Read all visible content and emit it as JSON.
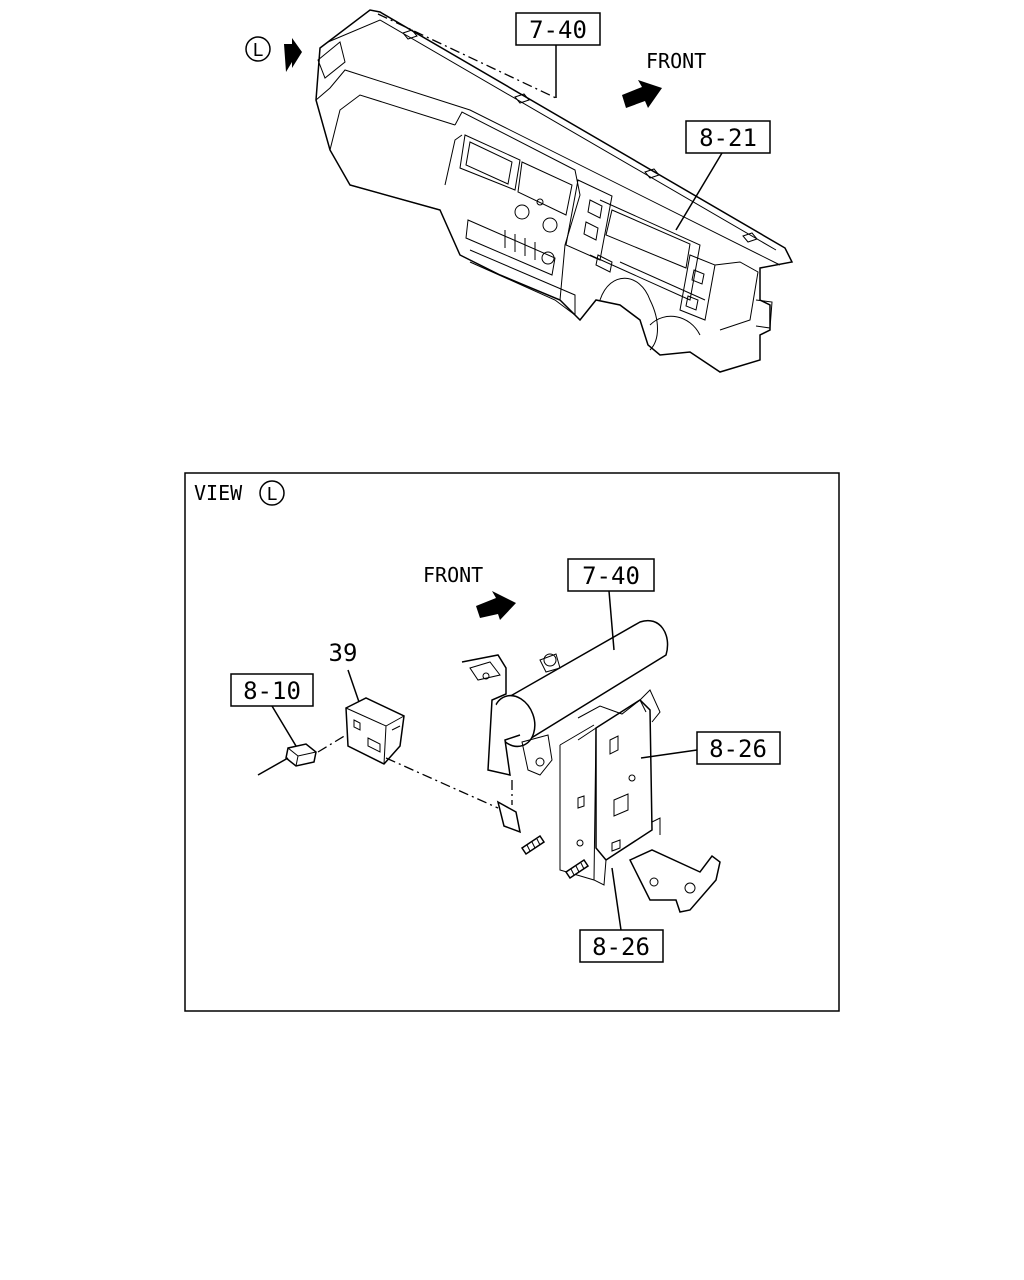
{
  "top_view": {
    "view_marker": "L",
    "front_label": "FRONT",
    "callouts": {
      "instrument_panel": "7-40",
      "meter": "8-21"
    }
  },
  "detail_view": {
    "view_label": "VIEW",
    "view_marker": "L",
    "front_label": "FRONT",
    "callouts": {
      "instrument_panel": "7-40",
      "wiring_harness": "8-10",
      "bracket_upper": "8-26",
      "bracket_lower": "8-26"
    },
    "part_number": "39"
  }
}
